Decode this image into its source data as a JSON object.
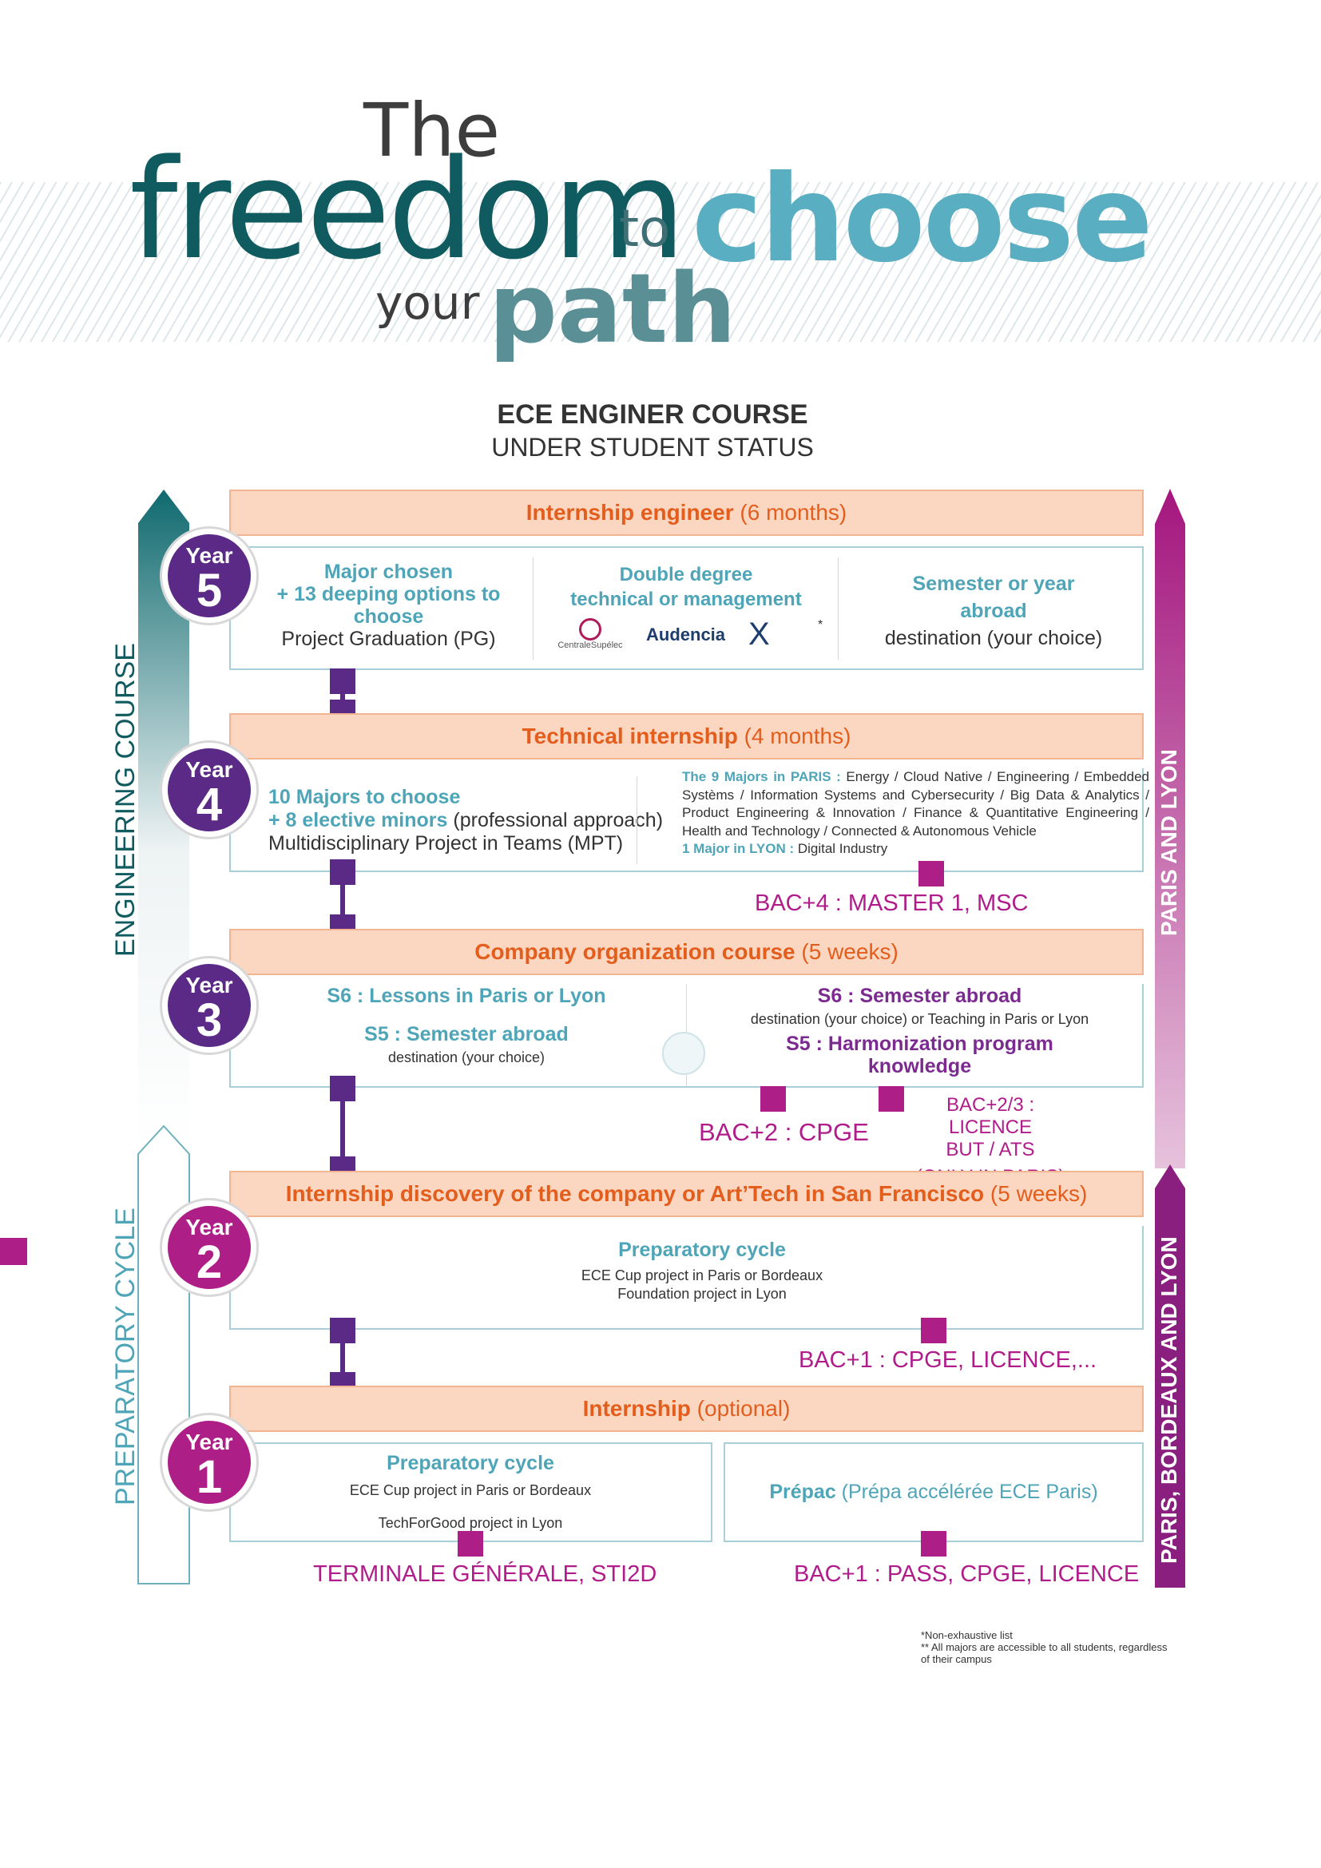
{
  "title": {
    "the": "The",
    "freedom": "freedom",
    "to": "to",
    "choose": "choose",
    "your": "your",
    "path": "path"
  },
  "header": {
    "line1": "ECE ENGINER COURSE",
    "line2": "UNDER STUDENT STATUS"
  },
  "side": {
    "engineering": "ENGINEERING COURSE",
    "preparatory": "PREPARATORY CYCLE",
    "paris_lyon": "PARIS AND LYON",
    "paris_bordeaux_lyon": "PARIS, BORDEAUX AND LYON"
  },
  "years": {
    "label": "Year",
    "y5": {
      "num": "5",
      "bar_bold": "Internship engineer",
      "bar_rest": " (6 months)",
      "col1_line1": "Major chosen",
      "col1_line2": "+ 13 deeping options to",
      "col1_line3": "choose",
      "col1_line4": "Project Graduation (PG)",
      "col2_line1": "Double degree",
      "col2_line2": "technical or management",
      "logo1": "CentraleSupélec",
      "logo2": "Audencia",
      "logo3": "X",
      "asterisk": "*",
      "col3_line1": "Semester or year",
      "col3_line2": "abroad",
      "col3_line3": "destination (your choice)"
    },
    "y4": {
      "num": "4",
      "bar_bold": "Technical internship",
      "bar_rest": " (4 months)",
      "left_b1": "10 Majors to choose",
      "left_b2": "+ 8 elective minors",
      "left_r2": " (professional approach)",
      "left_3": "Multidisciplinary Project in Teams (MPT)",
      "right_lead": "The 9 Majors in PARIS :",
      "right_text": " Energy / Cloud Native / Engineering / Embedded Systèms / Information Systems and Cybersecurity / Big Data & Analytics / Product Engineering & Innovation / Finance & Quantitative Engineering / Health and Technology / Connected & Autonomous Vehicle",
      "right_lead2": "1 Major in LYON :",
      "right_text2": " Digital Industry",
      "entry": "BAC+4 : MASTER 1, MSC"
    },
    "y3": {
      "num": "3",
      "bar_bold": "Company organization course",
      "bar_rest": " (5 weeks)",
      "l1": "S6 : Lessons in Paris or Lyon",
      "l2": "S5 : Semester abroad",
      "l3": "destination (your choice)",
      "r1": "S6 : Semester abroad",
      "r2": "destination (your choice) or Teaching in Paris or Lyon",
      "r3": "S5 : Harmonization program",
      "r4": "knowledge",
      "entry1": "BAC+2 : CPGE",
      "entry2a": "BAC+2/3 : LICENCE",
      "entry2b": "BUT / ATS",
      "entry2c": "(ONLY IN PARIS)"
    },
    "y2": {
      "num": "2",
      "bar_bold": "Internship discovery of the company or Art’Tech in San Francisco",
      "bar_rest": " (5 weeks)",
      "c1": "Preparatory cycle",
      "c2": "ECE Cup project in Paris or Bordeaux",
      "c3": "Foundation project in Lyon",
      "entry": "BAC+1 : CPGE, LICENCE,..."
    },
    "y1": {
      "num": "1",
      "bar_bold": "Internship",
      "bar_rest": " (optional)",
      "l1": "Preparatory cycle",
      "l2": "ECE Cup project in Paris or Bordeaux",
      "l3": "TechForGood project in Lyon",
      "r_bold": "Prépac",
      "r_rest": " (Prépa accélérée ECE Paris)",
      "entry_left": "TERMINALE GÉNÉRALE, STI2D",
      "entry_right": "BAC+1  : PASS, CPGE, LICENCE"
    }
  },
  "footnotes": {
    "n1": "*Non-exhaustive list",
    "n2": "** All majors are accessible to all students, regardless",
    "n3": "of their campus"
  },
  "colors": {
    "teal": "#4ea5b7",
    "dark_teal": "#0f5b5f",
    "orange": "#e35d1c",
    "peach": "#fbd7c2",
    "purple": "#5a2a86",
    "magenta": "#ad1f86"
  }
}
